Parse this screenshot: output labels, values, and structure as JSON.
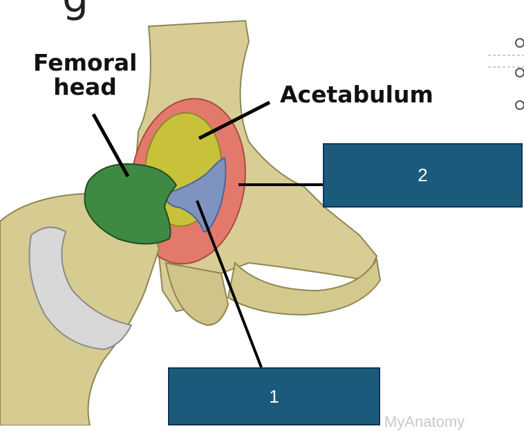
{
  "labels": {
    "femoral_head": "Femoral head",
    "acetabulum": "Acetabulum"
  },
  "answer_boxes": {
    "box_1": "1",
    "box_2": "2"
  },
  "partial_title": "g",
  "watermark": "MyAnatomy",
  "colors": {
    "bone": "#d9cf98",
    "femoral_head_highlight": "#3f8a42",
    "acetabulum_lining": "#c8c23a",
    "labrum": "#e2796b",
    "ligament": "#7e93c0",
    "answer_box": "#1c5a7c"
  }
}
